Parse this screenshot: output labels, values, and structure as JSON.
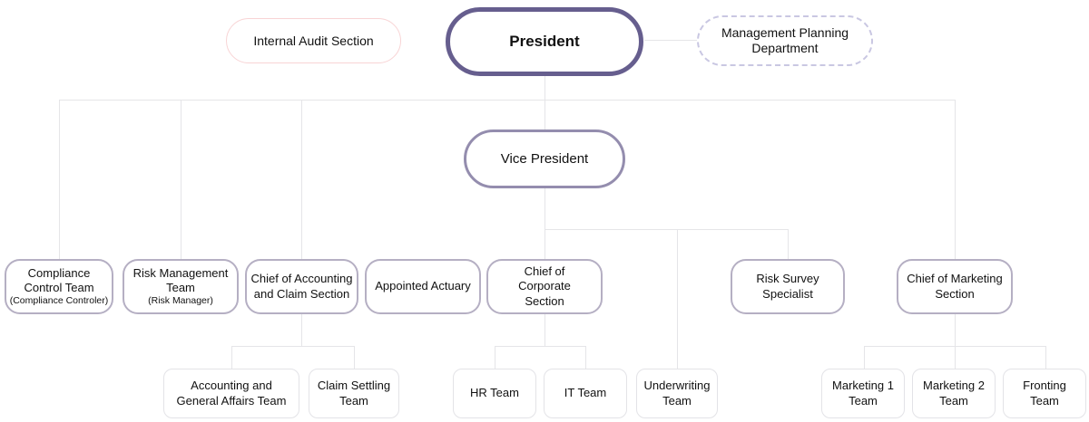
{
  "theme": {
    "background": "#ffffff",
    "text": "#111111",
    "president_border": "#665e8e",
    "vp_border": "#948dae",
    "section_border": "#b5afc3",
    "team_border": "#e3e3e7",
    "audit_border": "#f8d4d5",
    "planning_border": "#c9c7e2",
    "connector": "#e5e5e8"
  },
  "nodes": {
    "internal_audit": {
      "label": "Internal Audit Section"
    },
    "president": {
      "label": "President"
    },
    "management_planning": {
      "label": "Management Planning\nDepartment"
    },
    "vice_president": {
      "label": "Vice President"
    },
    "compliance_control": {
      "label": "Compliance\nControl Team",
      "sublabel": "(Compliance Controler)"
    },
    "risk_management": {
      "label": "Risk Management\nTeam",
      "sublabel": "(Risk Manager)"
    },
    "chief_accounting_claim": {
      "label": "Chief of Accounting\nand Claim Section"
    },
    "appointed_actuary": {
      "label": "Appointed Actuary"
    },
    "chief_corporate": {
      "label": "Chief of\nCorporate\nSection"
    },
    "risk_survey": {
      "label": "Risk Survey\nSpecialist"
    },
    "chief_marketing": {
      "label": "Chief of Marketing\nSection"
    },
    "accounting_general_affairs": {
      "label": "Accounting and\nGeneral Affairs Team"
    },
    "claim_settling": {
      "label": "Claim Settling\nTeam"
    },
    "hr_team": {
      "label": "HR Team"
    },
    "it_team": {
      "label": "IT Team"
    },
    "underwriting": {
      "label": "Underwriting\nTeam"
    },
    "marketing_1": {
      "label": "Marketing 1\nTeam"
    },
    "marketing_2": {
      "label": "Marketing 2\nTeam"
    },
    "fronting": {
      "label": "Fronting\nTeam"
    }
  }
}
